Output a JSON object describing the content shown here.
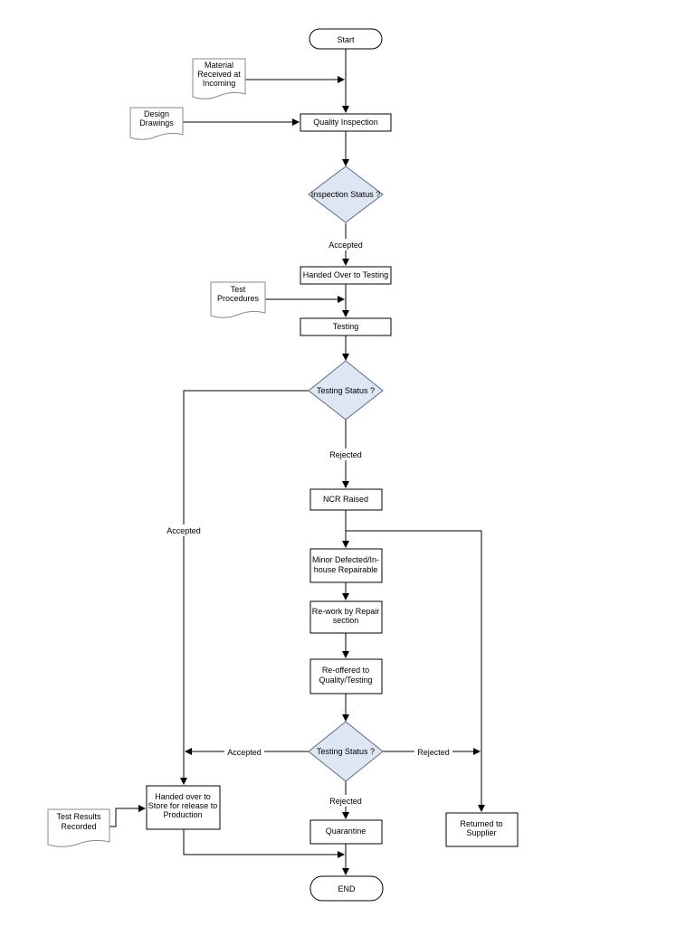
{
  "nodes": {
    "start": "Start",
    "material_doc": [
      "Material",
      "Received at",
      "Incoming"
    ],
    "design_doc": [
      "Design",
      "Drawings"
    ],
    "quality_inspection": "Quality Inspection",
    "inspection_status": "Inspection Status ?",
    "handed_testing": "Handed Over to Testing",
    "test_proc_doc": [
      "Test",
      "Procedures"
    ],
    "testing": "Testing",
    "testing_status_1": "Testing Status ?",
    "ncr": "NCR Raised",
    "minor": [
      "Minor Defected/In-",
      "house Repairable"
    ],
    "rework": [
      "Re-work by Repair",
      "section"
    ],
    "reoffered": [
      "Re-offered to",
      "Quality/Testing"
    ],
    "testing_status_2": "Testing Status ?",
    "handed_store": [
      "Handed over to",
      "Store for release to",
      "Production"
    ],
    "test_results_doc": [
      "Test Results",
      "Recorded"
    ],
    "quarantine": "Quarantine",
    "returned": [
      "Returned to",
      "Supplier"
    ],
    "end": "END"
  },
  "edges": {
    "accepted_1": "Accepted",
    "rejected_1": "Rejected",
    "accepted_2": "Accepted",
    "accepted_3": "Accepted",
    "rejected_2": "Rejected",
    "rejected_3": "Rejected"
  },
  "colors": {
    "decision_fill": "#dde6f2",
    "decision_stroke": "#5a6b85",
    "line": "#000000"
  }
}
